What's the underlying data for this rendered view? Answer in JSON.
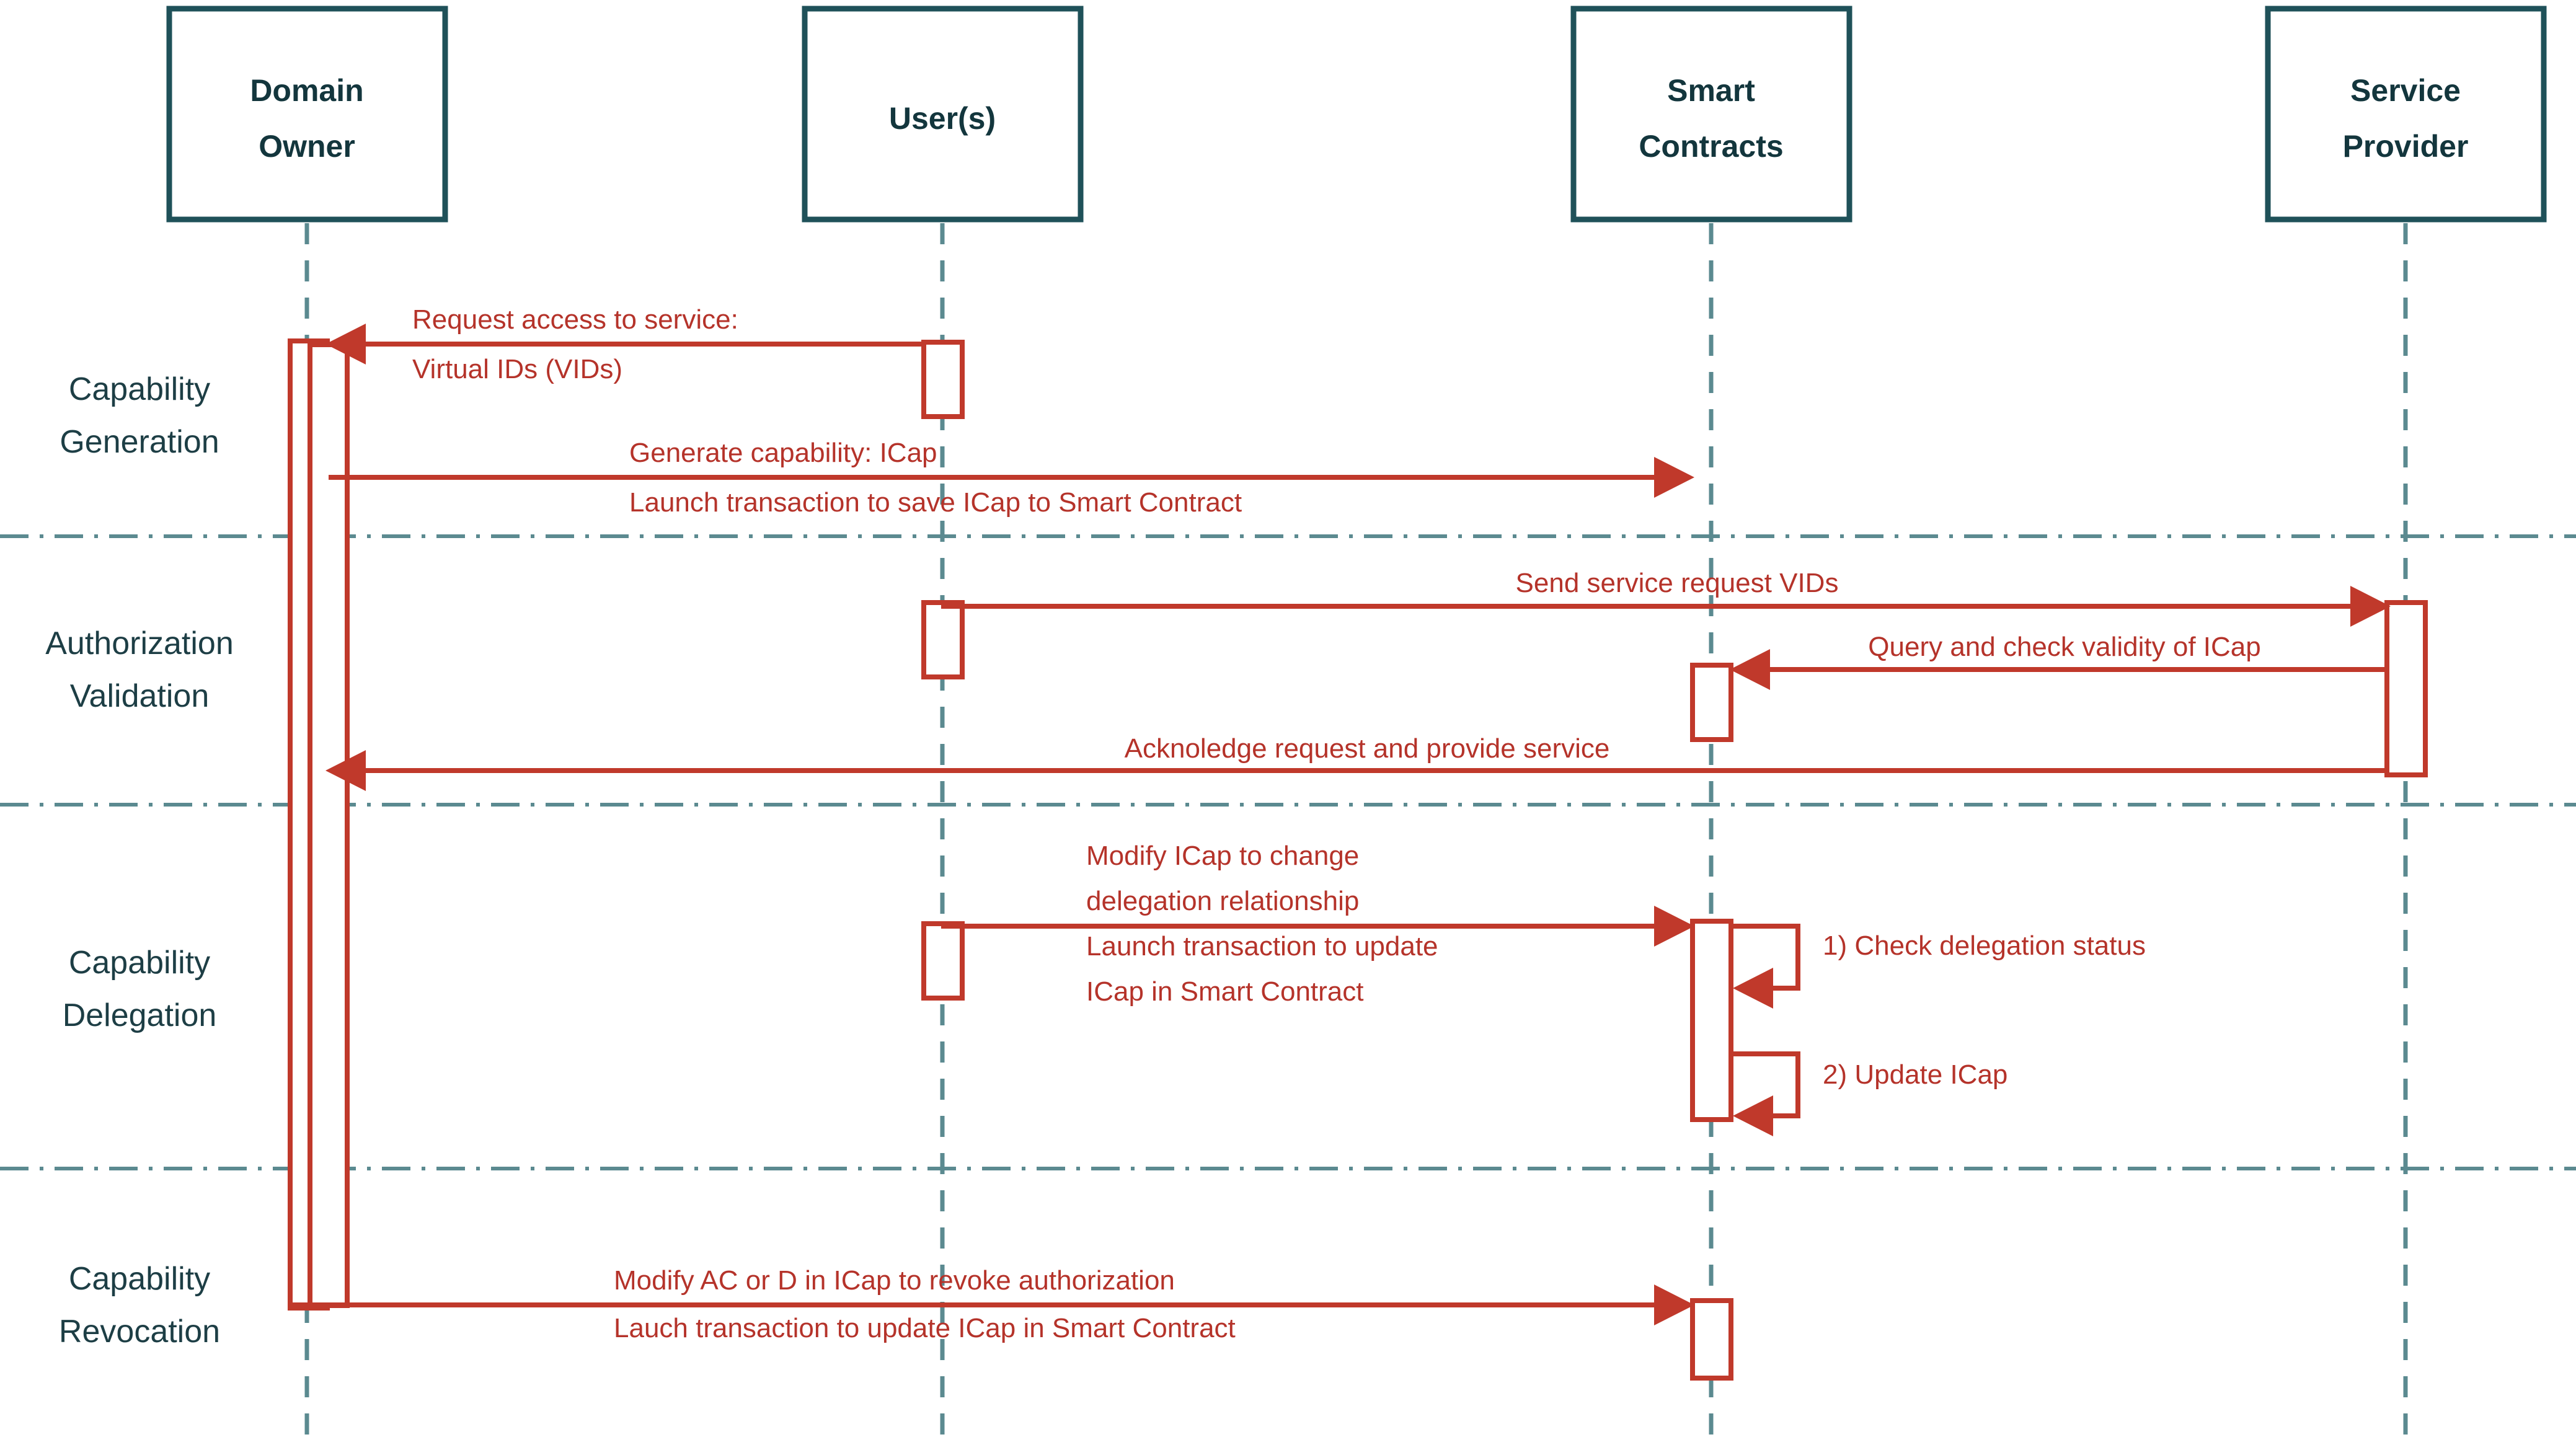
{
  "diagram": {
    "title": "Capability lifecycle sequence diagram",
    "colors": {
      "actor_border": "#1f5159",
      "actor_text": "#13363d",
      "lifeline": "#5b8a90",
      "message": "#c0392b",
      "message_text": "#b5332a",
      "background": "#ffffff"
    }
  },
  "actors": [
    {
      "id": "domain-owner",
      "line1": "Domain",
      "line2": "Owner"
    },
    {
      "id": "users",
      "line1": "User(s)",
      "line2": ""
    },
    {
      "id": "smart-contracts",
      "line1": "Smart",
      "line2": "Contracts"
    },
    {
      "id": "service-provider",
      "line1": "Service",
      "line2": "Provider"
    }
  ],
  "phases": [
    {
      "id": "capability-generation",
      "line1": "Capability",
      "line2": "Generation"
    },
    {
      "id": "authorization-validation",
      "line1": "Authorization",
      "line2": "Validation"
    },
    {
      "id": "capability-delegation",
      "line1": "Capability",
      "line2": "Delegation"
    },
    {
      "id": "capability-revocation",
      "line1": "Capability",
      "line2": "Revocation"
    }
  ],
  "messages": [
    {
      "id": "request-access",
      "from": "users",
      "to": "domain-owner",
      "direction": "left",
      "lines": [
        "Request access to service:",
        "Virtual IDs (VIDs)"
      ]
    },
    {
      "id": "generate-capability",
      "from": "domain-owner",
      "to": "smart-contracts",
      "direction": "right",
      "lines": [
        "Generate capability: ICap",
        "Launch transaction to save ICap to Smart Contract"
      ]
    },
    {
      "id": "send-service-request",
      "from": "users",
      "to": "service-provider",
      "direction": "right",
      "lines": [
        "Send service request VIDs"
      ]
    },
    {
      "id": "query-check-validity",
      "from": "service-provider",
      "to": "smart-contracts",
      "direction": "left",
      "lines": [
        "Query and check validity of ICap"
      ]
    },
    {
      "id": "acknowledge-request",
      "from": "service-provider",
      "to": "domain-owner",
      "direction": "left",
      "lines": [
        "Acknoledge request and provide service"
      ]
    },
    {
      "id": "modify-icap-delegation",
      "from": "users",
      "to": "smart-contracts",
      "direction": "right",
      "lines": [
        "Modify ICap to change",
        "delegation relationship",
        "Launch transaction to update",
        "ICap in Smart Contract"
      ]
    },
    {
      "id": "check-delegation-status",
      "from": "smart-contracts",
      "to": "smart-contracts",
      "direction": "self",
      "lines": [
        "1) Check delegation status"
      ]
    },
    {
      "id": "update-icap",
      "from": "smart-contracts",
      "to": "smart-contracts",
      "direction": "self",
      "lines": [
        "2) Update ICap"
      ]
    },
    {
      "id": "revoke-authorization",
      "from": "domain-owner",
      "to": "smart-contracts",
      "direction": "right",
      "lines": [
        "Modify AC or D in ICap to revoke authorization",
        "Lauch transaction to update ICap in Smart Contract"
      ]
    }
  ]
}
